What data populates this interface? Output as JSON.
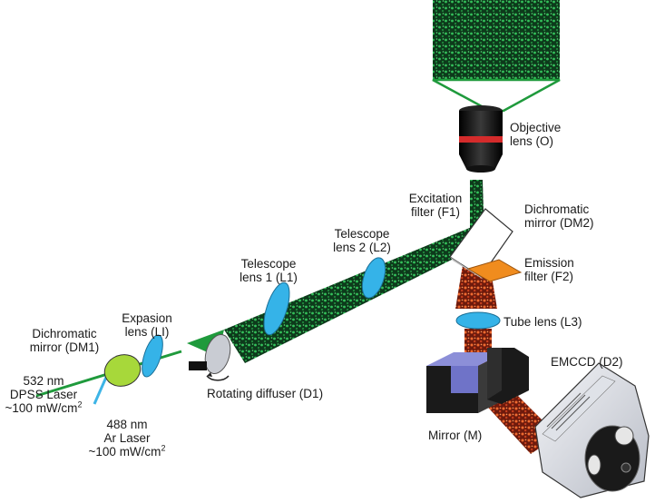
{
  "labels": {
    "objective_1": "Objective",
    "objective_2": "lens (O)",
    "excitation_1": "Excitation",
    "excitation_2": "filter (F1)",
    "dm2_1": "Dichromatic",
    "dm2_2": "mirror (DM2)",
    "l2_1": "Telescope",
    "l2_2": "lens 2 (L2)",
    "emission_1": "Emission",
    "emission_2": "filter (F2)",
    "l1_1": "Telescope",
    "l1_2": "lens 1 (L1)",
    "tube": "Tube lens (L3)",
    "expansion_1": "Expasion",
    "expansion_2": "lens (LI)",
    "dm1_1": "Dichromatic",
    "dm1_2": "mirror (DM1)",
    "diffuser": "Rotating diffuser (D1)",
    "emccd": "EMCCD (D2)",
    "laser532_1": "532 nm",
    "laser532_2": "DPSS Laser",
    "laser532_3": "~100 mW/cm",
    "laser488_1": "488 nm",
    "laser488_2": "Ar Laser",
    "laser488_3": "~100 mW/cm",
    "power_exp": "2",
    "mirror": "Mirror (M)"
  },
  "colors": {
    "excitation_green": "#1f8a3c",
    "laser_blue": "#3db4e6",
    "lens_blue": "#35b3e8",
    "emission_orange": "#e0592a",
    "dichroic_green": "#a7d83a",
    "filter_orange": "#f08c1e",
    "objective_red": "#d42b2b"
  },
  "icons": [
    "objective-lens-icon",
    "emccd-camera-icon",
    "rotating-diffuser-icon",
    "mirror-block-icon"
  ]
}
